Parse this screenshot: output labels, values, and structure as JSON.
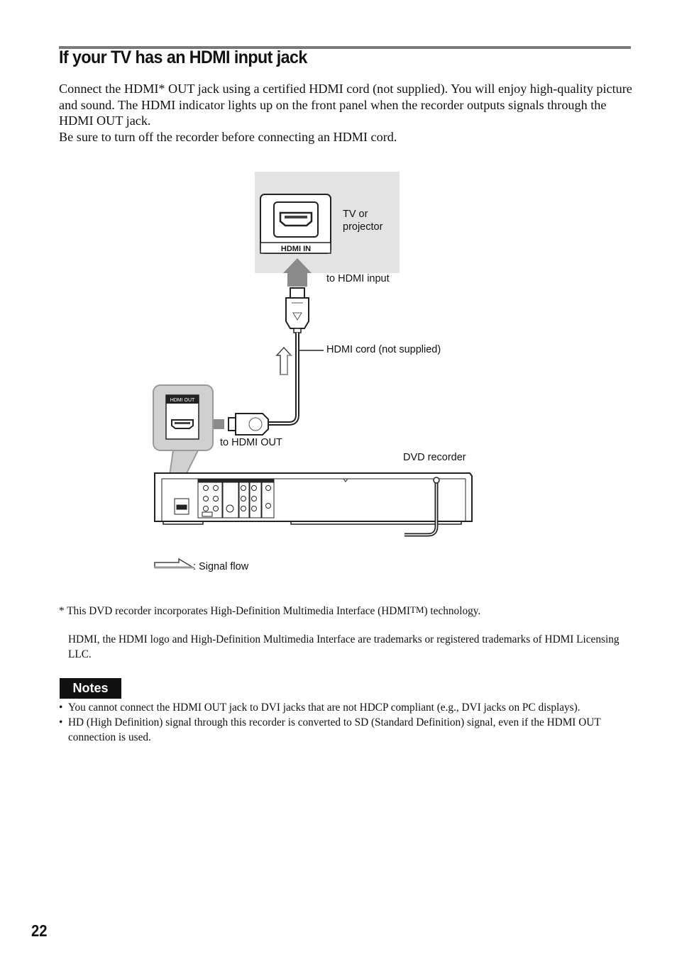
{
  "heading": "If your TV has an HDMI input jack",
  "intro": {
    "p1": "Connect the HDMI* OUT jack using a certified HDMI cord (not supplied). You will enjoy high-quality picture and sound. The HDMI indicator lights up on the front panel when the recorder outputs signals through the HDMI OUT jack.",
    "p2": "Be sure to turn off the recorder before connecting an HDMI cord."
  },
  "diagram": {
    "hdmi_in_label": "HDMI IN",
    "tv_label": "TV or projector",
    "to_hdmi_input": "to HDMI input",
    "cord_label": "HDMI cord (not supplied)",
    "hdmi_out_label": "HDMI OUT",
    "to_hdmi_out": "to HDMI OUT",
    "recorder_label": "DVD recorder",
    "signal_flow": ": Signal flow"
  },
  "footnote": {
    "before_tm": "* This DVD recorder incorporates High-Definition Multimedia Interface (HDMI",
    "tm": "TM",
    "after_tm": ") technology.",
    "trademark": "HDMI, the HDMI logo and High-Definition Multimedia Interface are trademarks or registered trademarks of HDMI Licensing LLC."
  },
  "notes": {
    "title": "Notes",
    "bullet": "•",
    "items": [
      "You cannot connect the HDMI OUT jack to DVI jacks that are not HDCP compliant (e.g., DVI jacks on PC displays).",
      "HD (High Definition) signal through this recorder is converted to SD (Standard Definition) signal, even if  the HDMI OUT connection is used."
    ]
  },
  "page_number": "22"
}
